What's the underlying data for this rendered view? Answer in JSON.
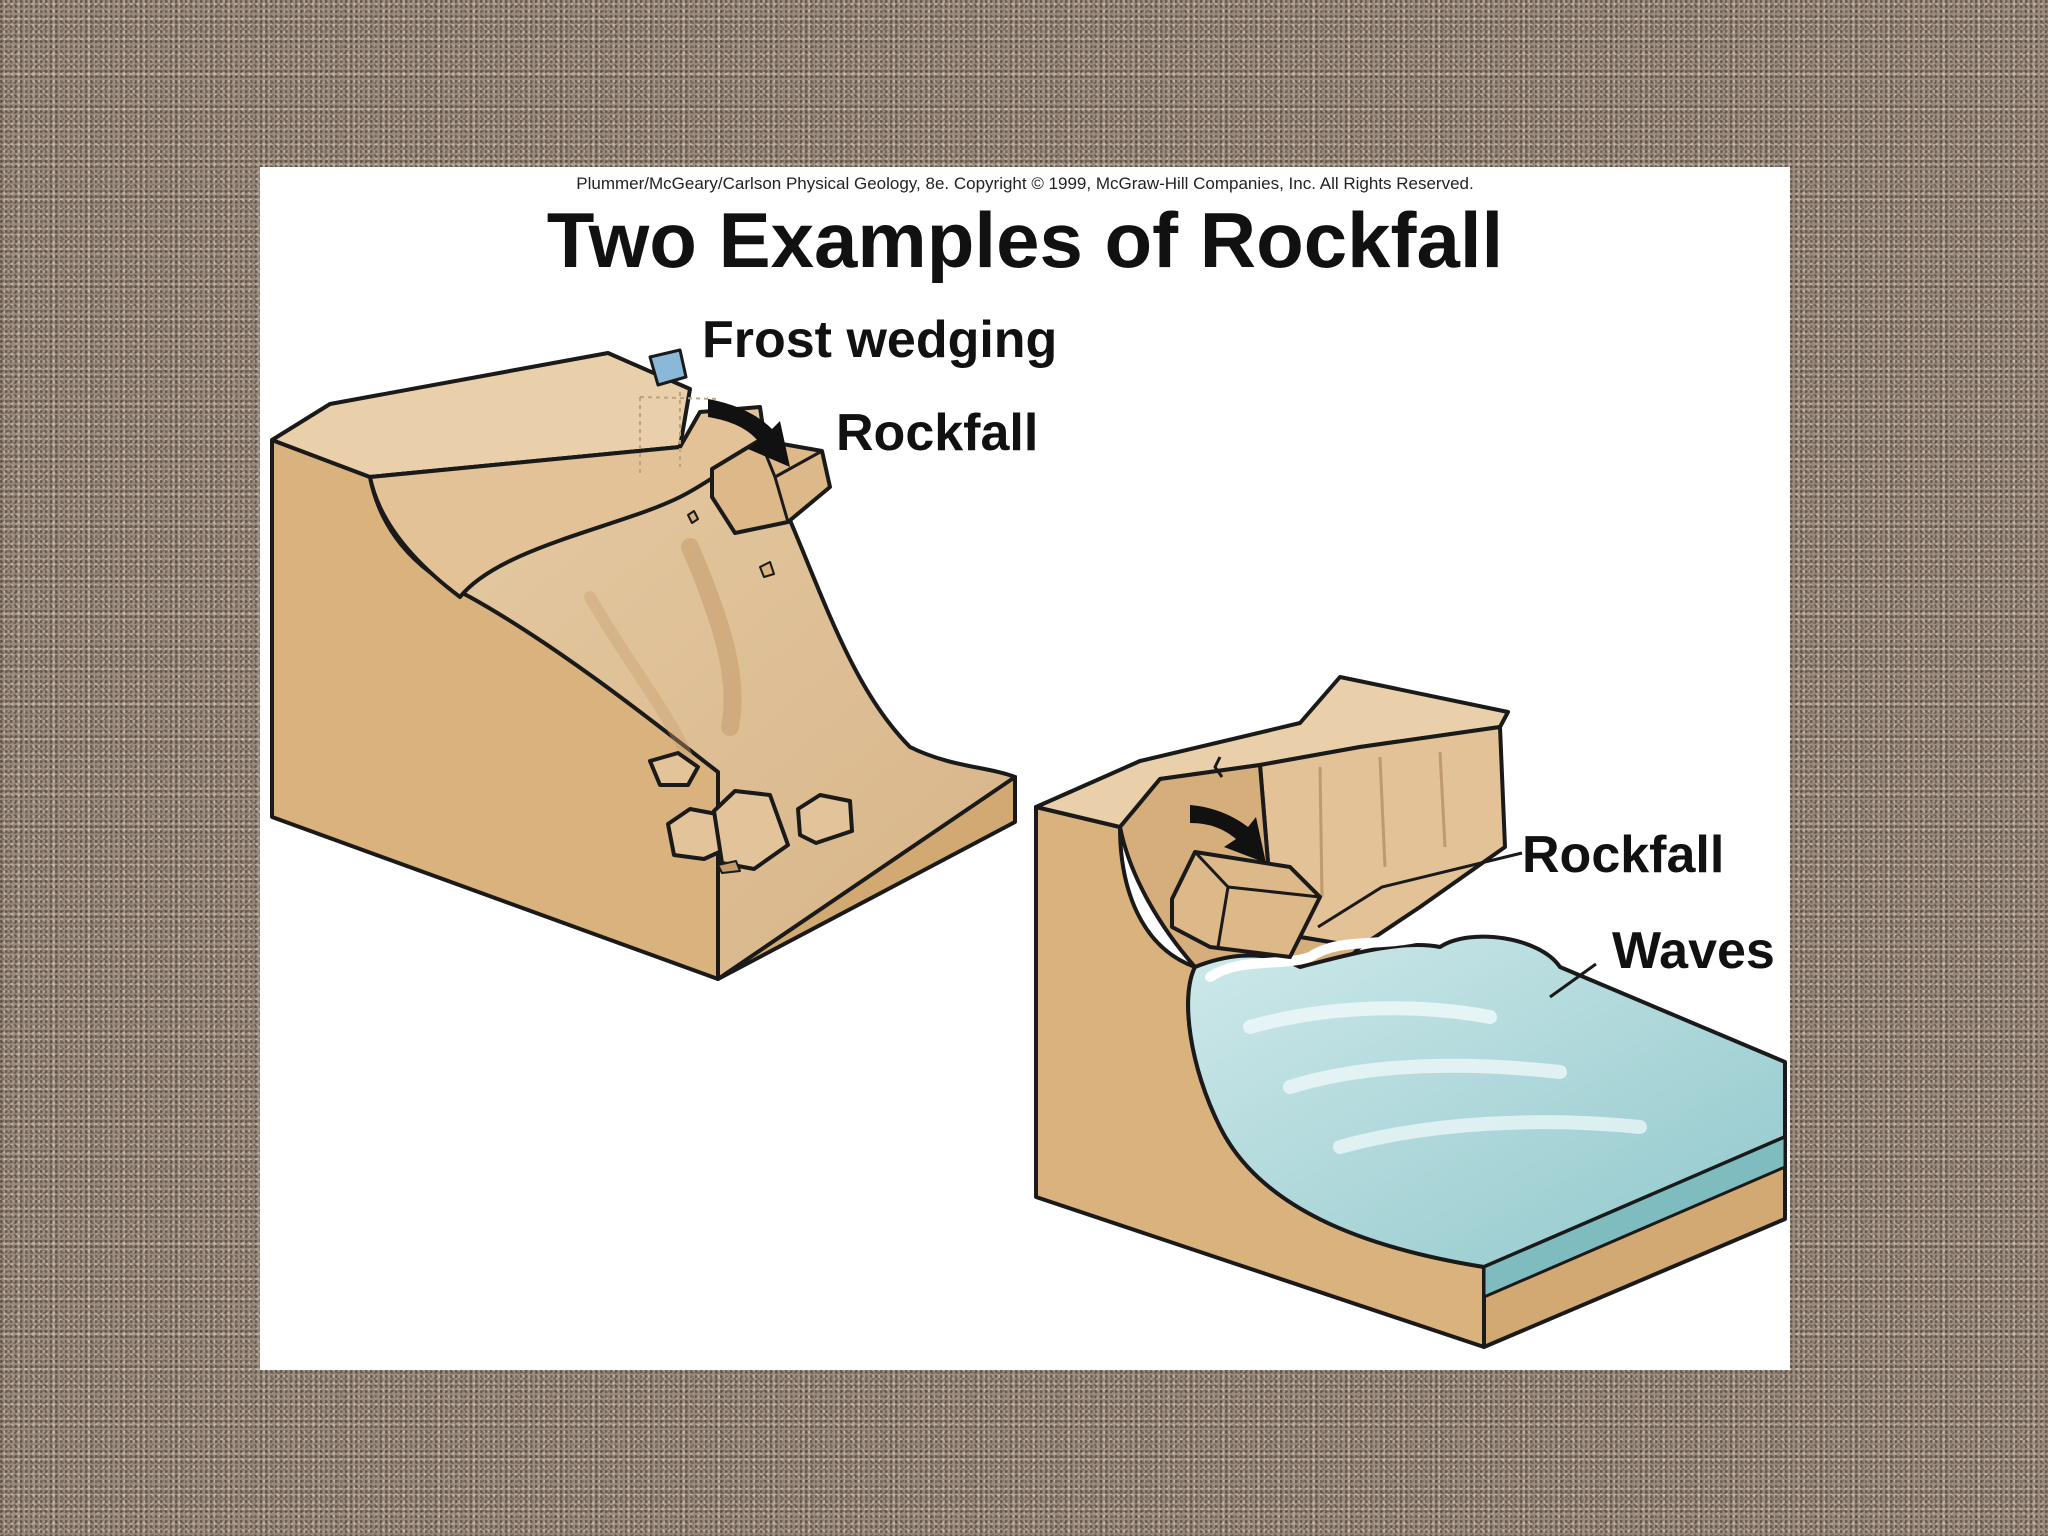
{
  "header": {
    "credit": "Plummer/McGeary/Carlson Physical Geology, 8e. Copyright © 1999, McGraw-Hill Companies, Inc. All Rights Reserved.",
    "title": "Two Examples of Rockfall"
  },
  "labels": {
    "frost_wedging": "Frost wedging",
    "rockfall_cliff": "Rockfall",
    "rockfall_coast": "Rockfall",
    "waves": "Waves"
  },
  "colors": {
    "rock": "#d9b68a",
    "rock_light": "#edd6b4",
    "rock_dark": "#c49a6c",
    "water": "#a9d6d8",
    "water_dark": "#7fbcc0",
    "ice": "#8ab8d8",
    "outline": "#1a1a1a"
  }
}
